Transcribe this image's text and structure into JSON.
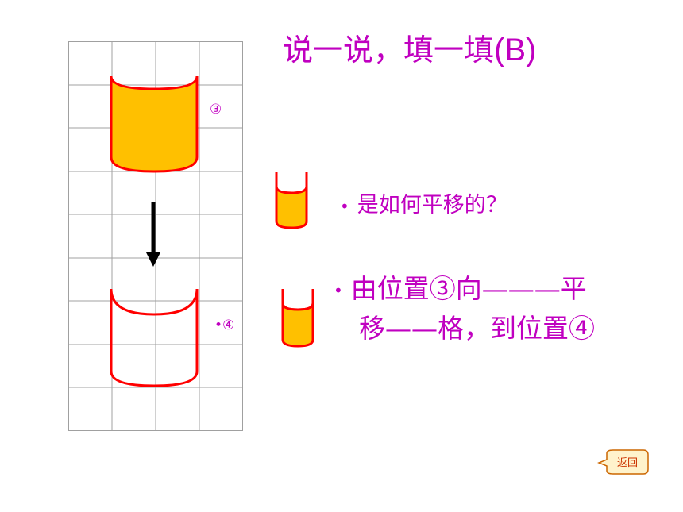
{
  "title": {
    "main": "说一说，填一填",
    "latin": "(B)"
  },
  "labels": {
    "pos3": "③",
    "pos4": "•④"
  },
  "bullets": [
    {
      "text": "是如何平移的？"
    },
    {
      "line1": "由位置③向———平",
      "line2": "移——格，到位置④"
    }
  ],
  "back_button": {
    "label": "返回"
  },
  "colors": {
    "text": "#c000c0",
    "cup_fill": "#ffc000",
    "cup_stroke": "#ff0000",
    "grid": "#a0a0a0"
  }
}
